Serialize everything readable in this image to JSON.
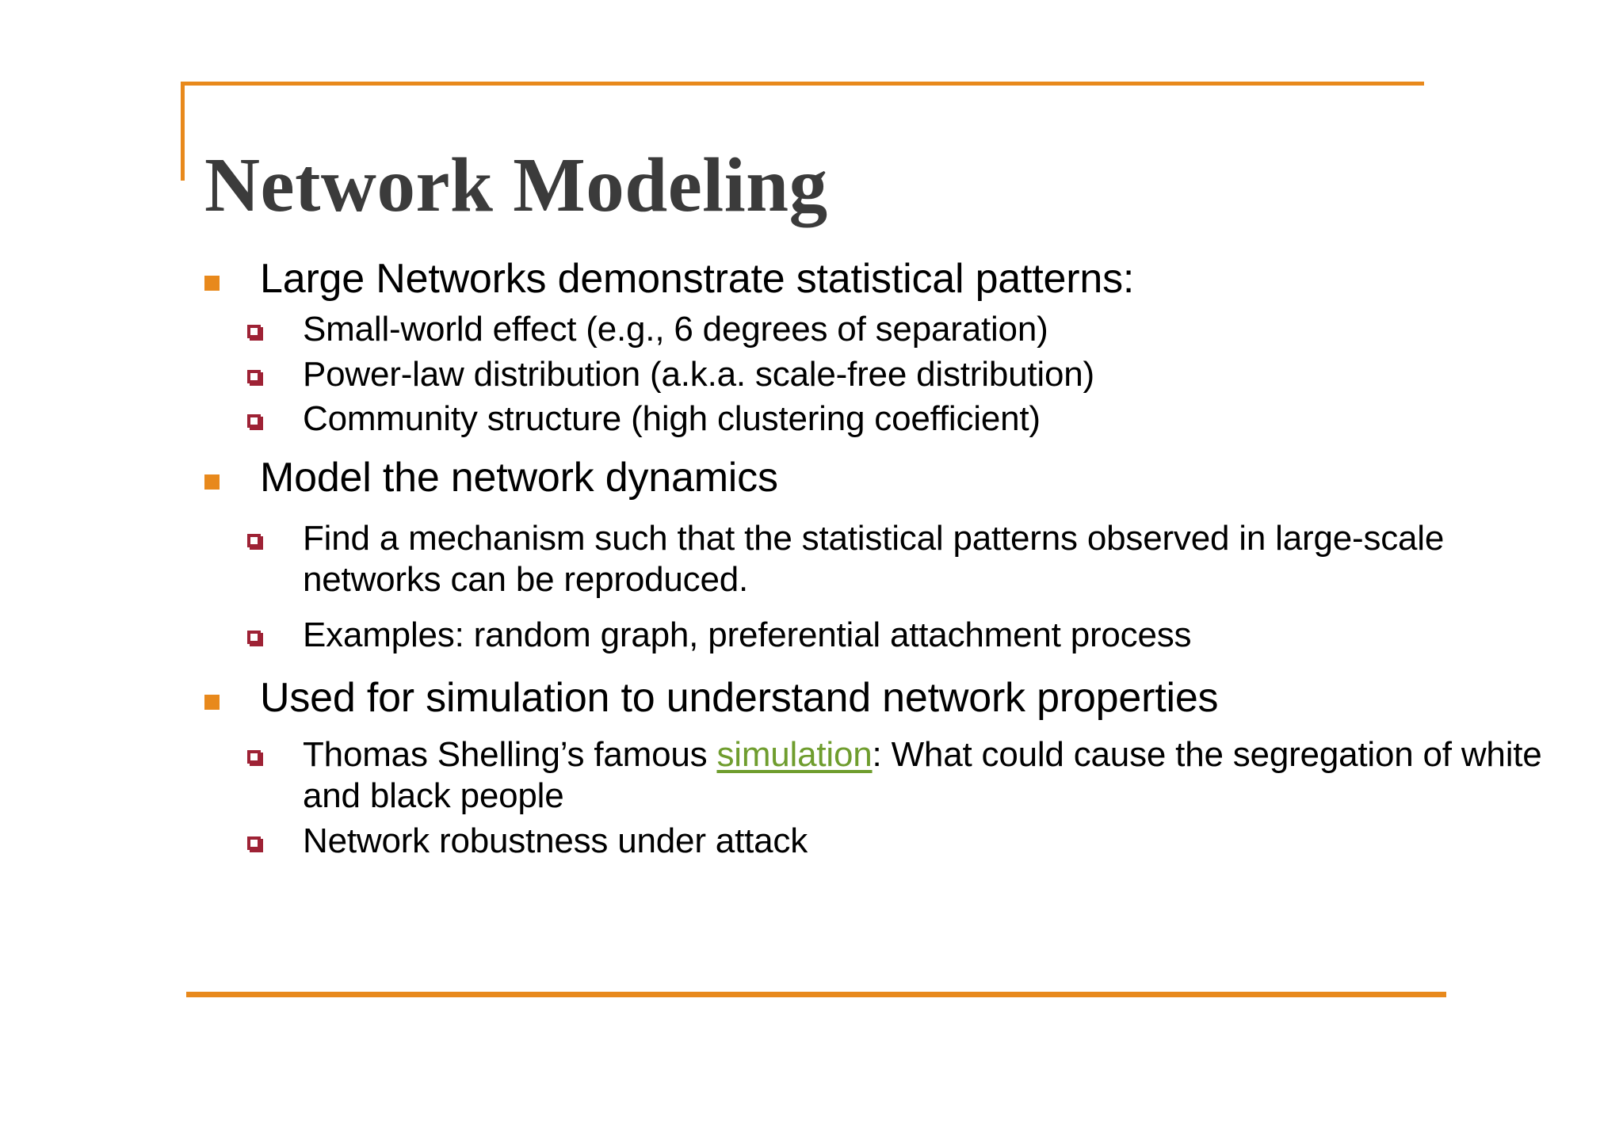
{
  "slide": {
    "title": "Network Modeling",
    "theme": {
      "accent_orange": "#E8891C",
      "bullet_level1_color": "#E8891C",
      "bullet_level2_color": "#9E2235",
      "title_color": "#3B3B3B",
      "body_text_color": "#000000",
      "hyperlink_color": "#6F9D2E",
      "background": "#FFFFFF"
    },
    "bullets": [
      {
        "level": 1,
        "text": "Large Networks demonstrate statistical patterns:"
      },
      {
        "level": 2,
        "text": "Small-world effect  (e.g., 6 degrees of separation)"
      },
      {
        "level": 2,
        "text": "Power-law distribution (a.k.a. scale-free distribution)"
      },
      {
        "level": 2,
        "text": "Community structure (high clustering coefficient)"
      },
      {
        "level": 1,
        "text": "Model the network dynamics"
      },
      {
        "level": 2,
        "text": "Find a mechanism such that the statistical patterns observed in large-scale networks can be reproduced."
      },
      {
        "level": 2,
        "text": "Examples: random graph, preferential attachment process"
      },
      {
        "level": 1,
        "text": "Used for simulation to understand network properties"
      },
      {
        "level": 2,
        "text_before_link": "Thomas Shelling’s famous ",
        "link_text": "simulation",
        "text_after_link": ": What could cause the segregation of white and black people"
      },
      {
        "level": 2,
        "text": "Network robustness under attack"
      }
    ]
  }
}
